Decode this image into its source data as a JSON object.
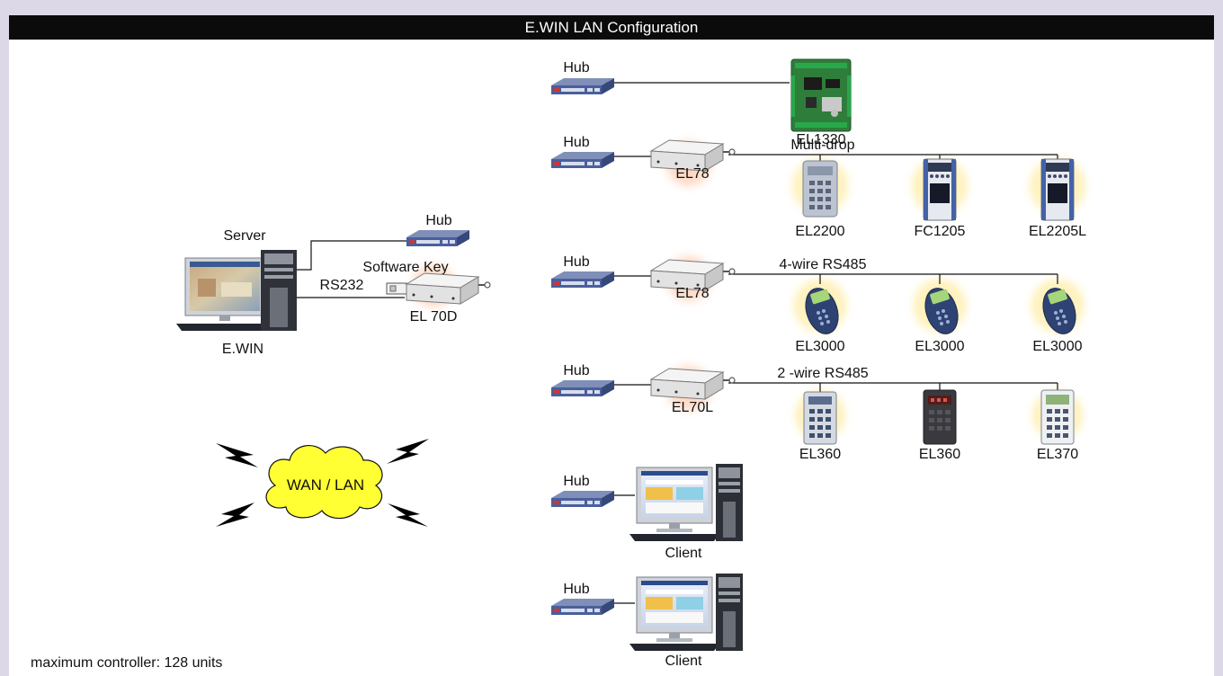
{
  "title": "E.WIN  LAN Configuration",
  "note": "maximum controller: 128 units",
  "colors": {
    "background": "#ddd8e8",
    "titlebar": "#0b0b0b",
    "cloud": "#ffff33",
    "glow": "#ffe3d2",
    "halo": "#fff2b8"
  },
  "server": {
    "label_top": "Server",
    "label_bottom": "E.WIN",
    "rs232": "RS232",
    "hub": "Hub",
    "key_label": "Software Key",
    "key_device": "EL 70D"
  },
  "cloud": {
    "label": "WAN / LAN"
  },
  "rows": [
    {
      "hub": "Hub",
      "device": "EL1330"
    },
    {
      "hub": "Hub",
      "converter": "EL78",
      "bus": "Multi-drop",
      "readers": [
        "EL2200",
        "FC1205",
        "EL2205L"
      ]
    },
    {
      "hub": "Hub",
      "converter": "EL78",
      "bus": "4-wire RS485",
      "readers": [
        "EL3000",
        "EL3000",
        "EL3000"
      ]
    },
    {
      "hub": "Hub",
      "converter": "EL70L",
      "bus": "2 -wire RS485",
      "readers": [
        "EL360",
        "EL360",
        "EL370"
      ]
    },
    {
      "hub": "Hub",
      "client": "Client"
    },
    {
      "hub": "Hub",
      "client": "Client"
    }
  ]
}
